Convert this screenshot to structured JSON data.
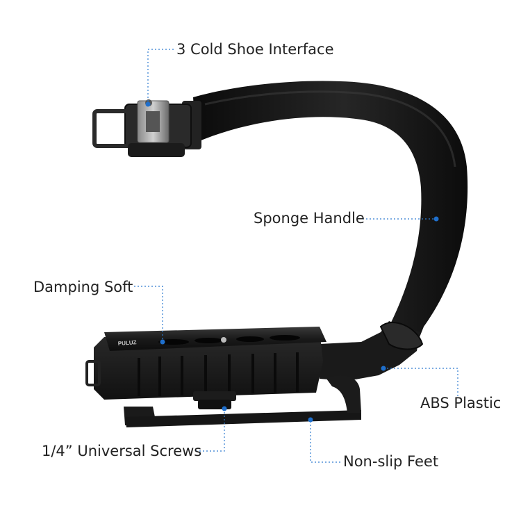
{
  "callouts": {
    "cold_shoe": "3 Cold Shoe Interface",
    "sponge_handle": "Sponge Handle",
    "damping_soft": "Damping Soft",
    "abs_plastic": "ABS Plastic",
    "universal_screws": "1/4” Universal Screws",
    "non_slip_feet": "Non-slip Feet"
  },
  "product": {
    "brand_mark": "PULUZ"
  },
  "colors": {
    "callout_line": "#2e7bd0",
    "callout_dot": "#1f6fcc",
    "label_text": "#222222",
    "foam": "#151515",
    "metal": "#1c1c1c"
  }
}
